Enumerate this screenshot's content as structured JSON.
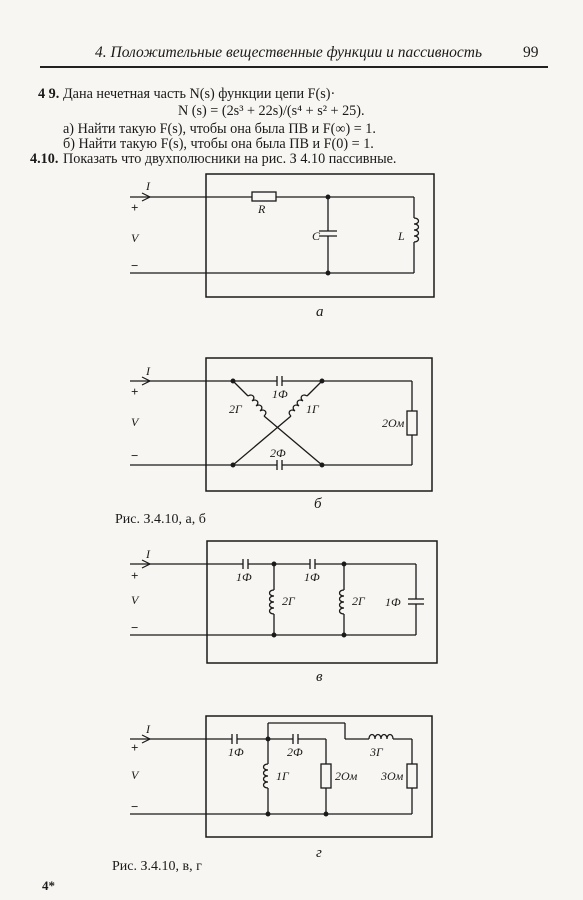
{
  "header": {
    "running_title": "4. Положительные вещественные функции и пассивность",
    "page_number": "99"
  },
  "problems": [
    {
      "number": "4 9.",
      "line1": "Дана нечетная часть N(s) функции цепи F(s)·",
      "formula": "N (s) = (2s³ + 22s)/(s⁴ + s² + 25).",
      "part_a": "а) Найти такую F(s), чтобы она была ПВ и F(∞) = 1.",
      "part_b": "б) Найти такую F(s), чтобы она была ПВ и F(0) = 1."
    },
    {
      "number": "4.10.",
      "line1": "Показать что двухполюсники на рис. З 4.10 пассивные."
    }
  ],
  "figures": {
    "a": {
      "current": "I",
      "plus": "+",
      "voltage": "V",
      "minus": "−",
      "r": "R",
      "c": "C",
      "l": "L",
      "caption": "а"
    },
    "b": {
      "current": "I",
      "plus": "+",
      "voltage": "V",
      "minus": "−",
      "c_top": "1Ф",
      "l_left": "2Г",
      "l_right": "1Г",
      "c_bottom": "2Ф",
      "r": "2Ом",
      "caption": "б"
    },
    "v": {
      "current": "I",
      "plus": "+",
      "voltage": "V",
      "minus": "−",
      "c1": "1Ф",
      "c2": "1Ф",
      "l1": "2Г",
      "l2": "2Г",
      "c3": "1Ф",
      "caption": "в"
    },
    "g": {
      "current": "I",
      "plus": "+",
      "voltage": "V",
      "minus": "−",
      "c1": "1Ф",
      "c2": "2Ф",
      "l1": "1Г",
      "r1": "2Ом",
      "l2": "3Г",
      "r2": "3Ом",
      "caption": "г"
    }
  },
  "captions": {
    "ab": "Рис. З.4.10, а, б",
    "vg": "Рис. З.4.10, в, г"
  },
  "footer": {
    "signature": "4*"
  }
}
